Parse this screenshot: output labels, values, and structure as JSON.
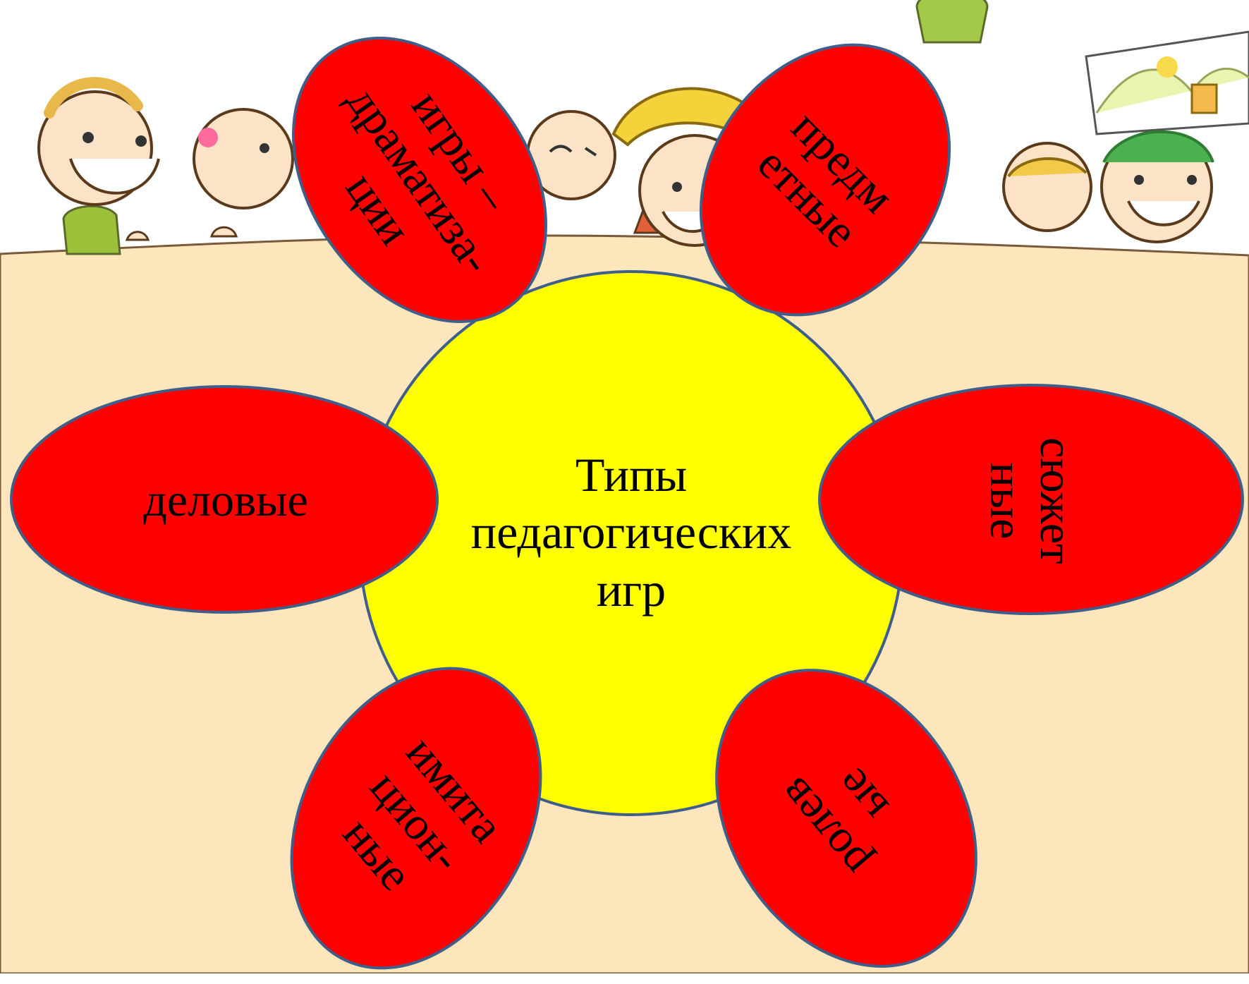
{
  "diagram": {
    "center": {
      "label": "Типы\nпедагогических\nигр"
    },
    "petals": [
      {
        "id": "dramatization",
        "label": "игры –\nдраматиза-\nции"
      },
      {
        "id": "object",
        "label": "предм\nетные"
      },
      {
        "id": "business",
        "label": "деловые"
      },
      {
        "id": "plot",
        "label": "сюжет\nные"
      },
      {
        "id": "imitation",
        "label": "имита\nцион-\nные"
      },
      {
        "id": "role",
        "label": "ролев\nые"
      }
    ]
  },
  "colors": {
    "background": "#fde6bb",
    "petal_fill": "#ff0000",
    "petal_stroke": "#3f5f8a",
    "center_fill": "#ffff00",
    "center_stroke": "#3f5f8a"
  }
}
